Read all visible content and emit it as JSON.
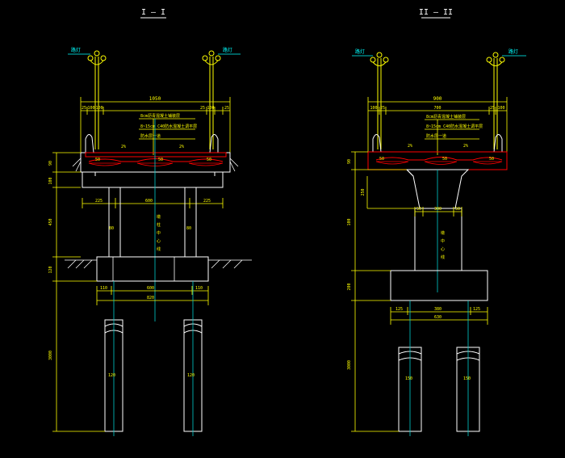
{
  "colors": {
    "background": "#000000",
    "structure": "#ffffff",
    "dimension": "#ffff00",
    "label": "#00ffff",
    "deck_outline": "#ff0000",
    "centerline": "#00cccc"
  },
  "section_1": {
    "title": "I — I",
    "light_tag_left": "路灯",
    "light_tag_right": "路灯",
    "dims_top": [
      "1050",
      "25",
      "100",
      "100",
      "25",
      "100",
      "25"
    ],
    "deck_dims": [
      "2%",
      "2%",
      "50",
      "50",
      "50"
    ],
    "pavement_notes": [
      "8cm沥青混凝土铺装层",
      "8~15cm C40防水混凝土调平层",
      "防水层一道"
    ],
    "dims_middle": [
      "225",
      "600",
      "225"
    ],
    "left_vertical_dims": [
      "90",
      "100",
      "450",
      "120",
      "3000"
    ],
    "column_dims": [
      "80",
      "80"
    ],
    "column_labels": [
      "墩",
      "柱",
      "中",
      "心",
      "线"
    ],
    "pile_cap_dims": [
      "110",
      "600",
      "110"
    ],
    "pile_cap_total": "820",
    "pile_dims": [
      "120",
      "120"
    ]
  },
  "section_2": {
    "title": "II — II",
    "light_tag_left": "路灯",
    "light_tag_right": "路灯",
    "dims_top": [
      "900",
      "100",
      "25",
      "700",
      "25",
      "100"
    ],
    "deck_dims": [
      "2%",
      "2%",
      "50",
      "50",
      "50"
    ],
    "pavement_notes": [
      "8cm沥青混凝土铺装层",
      "8~15cm C40防水混凝土调平层",
      "防水层一道"
    ],
    "left_vertical_dims": [
      "90",
      "250",
      "100",
      "200",
      "3000"
    ],
    "column_dims": [
      "50",
      "300",
      "50"
    ],
    "column_labels": [
      "墩",
      "中",
      "心",
      "线"
    ],
    "pile_cap_dims": [
      "125",
      "380",
      "125"
    ],
    "pile_cap_total": "630",
    "pile_dims": [
      "150",
      "150"
    ]
  }
}
